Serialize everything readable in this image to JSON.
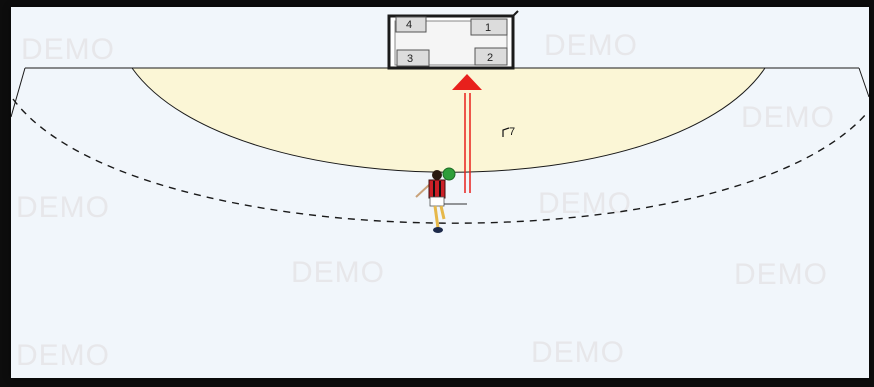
{
  "watermark": "DEMO",
  "goal": {
    "zones": [
      {
        "id": "zone-1",
        "label": "1"
      },
      {
        "id": "zone-2",
        "label": "2"
      },
      {
        "id": "zone-3",
        "label": "3"
      },
      {
        "id": "zone-4",
        "label": "4"
      }
    ]
  },
  "marker": {
    "label": "7"
  },
  "colors": {
    "court": "#f1f6fb",
    "goal_area": "#fbf6d6",
    "arrow": "#e8201c",
    "frame": "#0d0d0d",
    "ball": "#2e9e3a",
    "jersey": "#cc2027"
  }
}
